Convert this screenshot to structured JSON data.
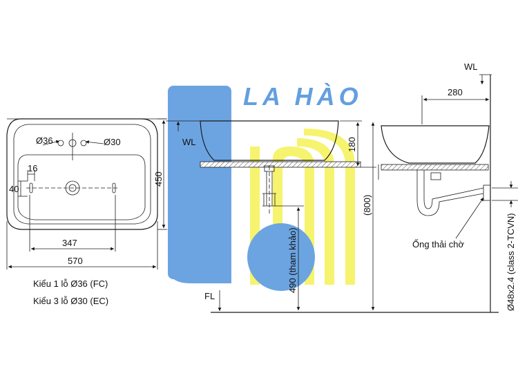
{
  "watermark": {
    "brand": "LA HÀO",
    "colors": {
      "blue": "#2f7fd6",
      "yellow": "#f2ee3a"
    }
  },
  "plan_view": {
    "dims": {
      "hole_large": "Ø36",
      "hole_small": "Ø30",
      "hole_offset": "16",
      "slot_height": "40",
      "depth": "450",
      "inner_width": "347",
      "outer_width": "570"
    },
    "notes": [
      "Kiểu 1 lỗ Ø36 (FC)",
      "Kiểu 3 lỗ Ø30 (EC)"
    ]
  },
  "front_view": {
    "labels": {
      "wl": "WL",
      "fl": "FL",
      "basin_height": "180",
      "counter_height": "(800)",
      "trap_height": "490 (tham khảo)"
    }
  },
  "side_view": {
    "labels": {
      "wl": "WL",
      "projection": "280",
      "drain_pipe": "Ống thải chờ",
      "pipe_spec": "Ø48x2.4 (class 2-TCVN)"
    }
  }
}
